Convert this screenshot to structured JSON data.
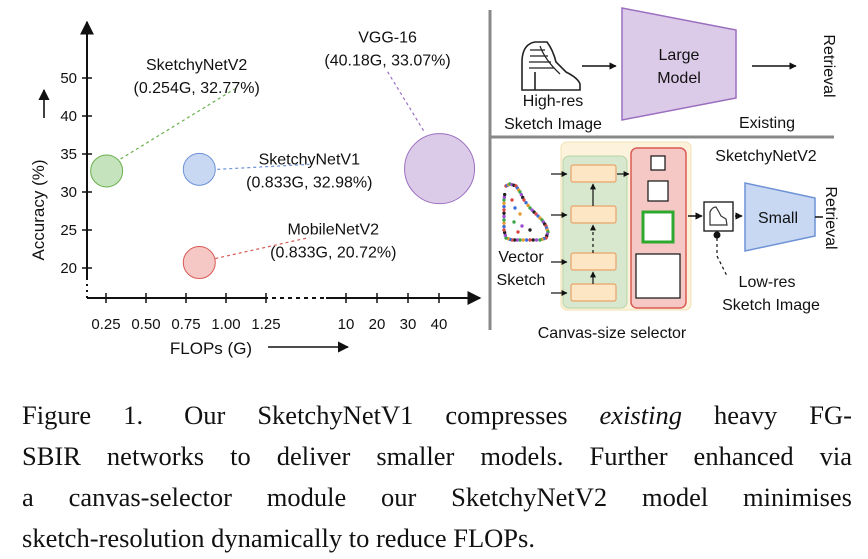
{
  "chart_data": {
    "type": "bubble-scatter",
    "ylabel": "Accuracy (%)",
    "xlabel": "FLOPs (G)",
    "x_ticks_left": [
      "0.25",
      "0.50",
      "0.75",
      "1.00",
      "1.25"
    ],
    "x_ticks_right": [
      "10",
      "20",
      "30",
      "40"
    ],
    "y_ticks": [
      "20",
      "25",
      "30",
      "35",
      "40",
      "50"
    ],
    "points": [
      {
        "name": "SketchyNetV2",
        "label": "(0.254G, 32.77%)",
        "x": 0.254,
        "y": 32.77,
        "color": "#c5e3bd",
        "stroke": "#6ab04c"
      },
      {
        "name": "SketchyNetV1",
        "label": "(0.833G, 32.98%)",
        "x": 0.833,
        "y": 32.98,
        "color": "#c8d8f3",
        "stroke": "#6d92d6"
      },
      {
        "name": "MobileNetV2",
        "label": "(0.833G, 20.72%)",
        "x": 0.833,
        "y": 20.72,
        "color": "#f5c8c5",
        "stroke": "#d95a55"
      },
      {
        "name": "VGG-16",
        "label": "(40.18G, 33.07%)",
        "x": 40.18,
        "y": 33.07,
        "color": "#dccae9",
        "stroke": "#9b6fbf"
      }
    ]
  },
  "diagram": {
    "top": {
      "input_label_1": "High-res",
      "input_label_2": "Sketch Image",
      "model_label_1": "Large",
      "model_label_2": "Model",
      "output_label": "Retrieval",
      "section_label": "Existing"
    },
    "bottom": {
      "section_label": "SketchyNetV2",
      "input_label_1": "Vector",
      "input_label_2": "Sketch",
      "selector_label": "Canvas-size selector",
      "small_label": "Small",
      "output_label": "Retrieval",
      "lowres_label_1": "Low-res",
      "lowres_label_2": "Sketch Image"
    }
  },
  "caption": {
    "l1a": "Figure 1.",
    "l1b": "Our SketchyNetV1 compresses",
    "l1c": "existing",
    "l1d": "heavy FG-",
    "l2": "SBIR networks to deliver smaller models. Further enhanced via",
    "l3": "a canvas-selector module our SketchyNetV2 model minimises",
    "l4": "sketch-resolution dynamically to reduce FLOPs."
  }
}
